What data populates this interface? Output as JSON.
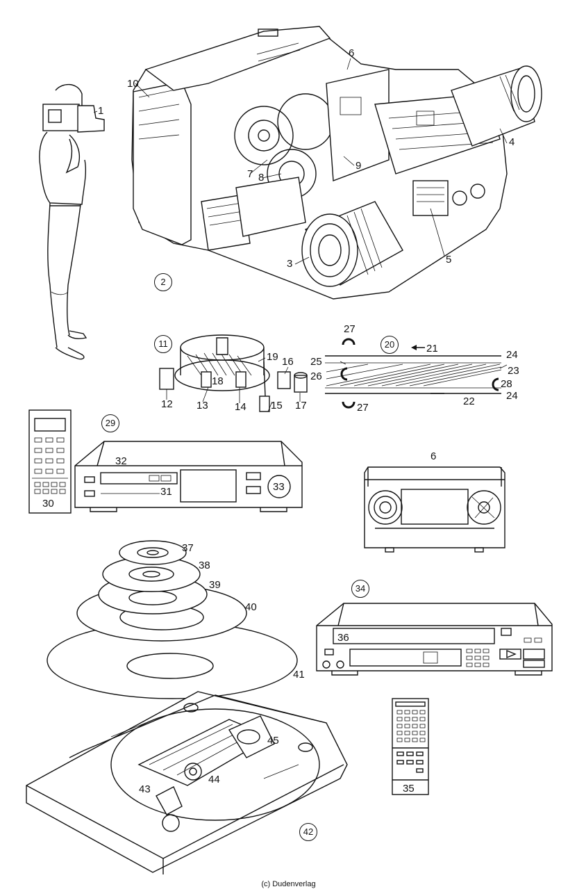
{
  "title": "",
  "credit": "(c) Dudenverlag",
  "labels": {
    "l1": "1",
    "l2": "2",
    "l3": "3",
    "l4": "4",
    "l5": "5",
    "l6": "6",
    "l6b": "6",
    "l7": "7",
    "l8": "8",
    "l9": "9",
    "l10": "10",
    "l11": "11",
    "l12": "12",
    "l13": "13",
    "l14": "14",
    "l15": "15",
    "l16": "16",
    "l17": "17",
    "l18": "18",
    "l19": "19",
    "l20": "20",
    "l21": "21",
    "l22": "22",
    "l23": "23",
    "l24a": "24",
    "l24b": "24",
    "l25": "25",
    "l26": "26",
    "l27a": "27",
    "l27b": "27",
    "l28": "28",
    "l29": "29",
    "l30": "30",
    "l31": "31",
    "l32": "32",
    "l33": "33",
    "l34": "34",
    "l35": "35",
    "l36": "36",
    "l37": "37",
    "l38": "38",
    "l39": "39",
    "l40": "40",
    "l41": "41",
    "l42": "42",
    "l43": "43",
    "l44": "44",
    "l45": "45"
  }
}
